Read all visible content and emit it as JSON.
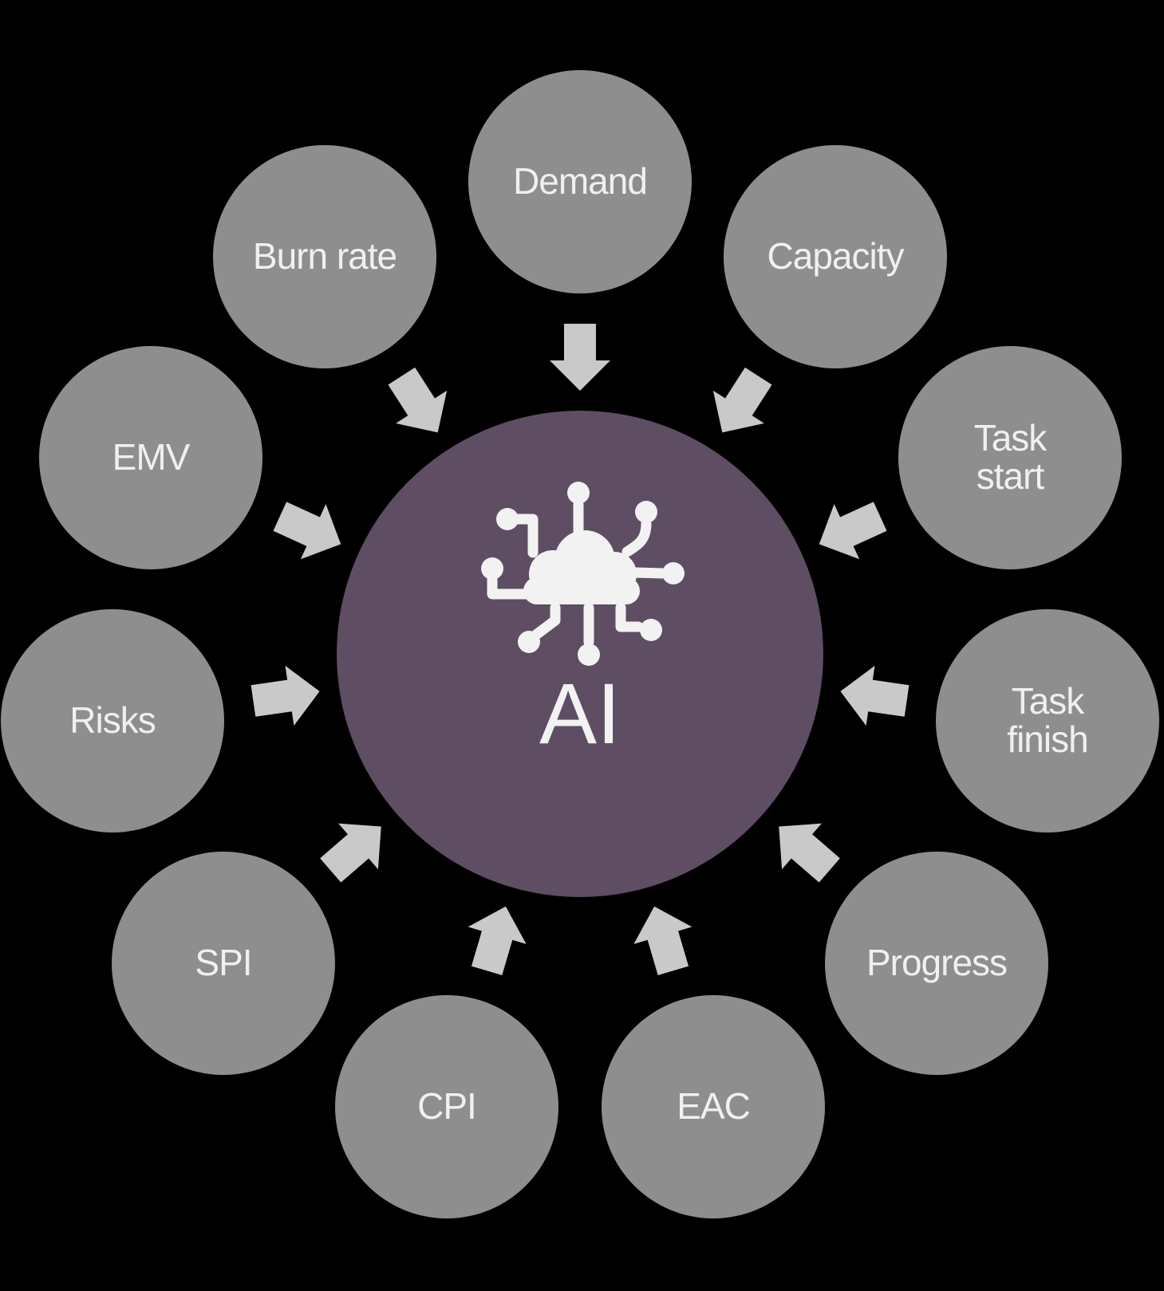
{
  "diagram": {
    "center": {
      "label": "AI",
      "icon": "cloud-network-icon"
    },
    "nodes": [
      {
        "label": "Demand"
      },
      {
        "label": "Capacity"
      },
      {
        "label": "Task\nstart"
      },
      {
        "label": "Task\nfinish"
      },
      {
        "label": "Progress"
      },
      {
        "label": "EAC"
      },
      {
        "label": "CPI"
      },
      {
        "label": "SPI"
      },
      {
        "label": "Risks"
      },
      {
        "label": "EMV"
      },
      {
        "label": "Burn rate"
      }
    ],
    "colors": {
      "bg_color": "#000000",
      "center_fill": "#5e4d63",
      "node_fill": "#8e8e8e",
      "arrow_fill": "#c9c9c9",
      "label_color": "#f0f0f0",
      "icon_color": "#f2f2f2"
    }
  }
}
